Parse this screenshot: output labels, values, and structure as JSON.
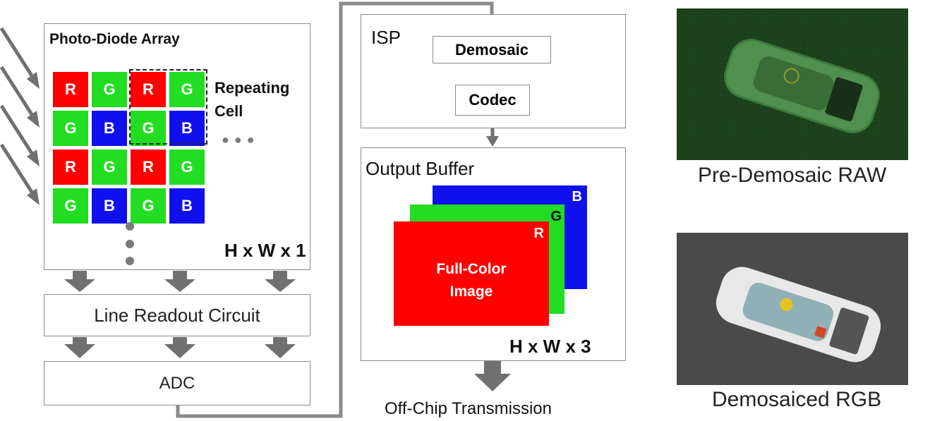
{
  "sensor": {
    "array_title": "Photo-Diode Array",
    "bayer_rows": [
      [
        "R",
        "G",
        "R",
        "G"
      ],
      [
        "G",
        "B",
        "G",
        "B"
      ],
      [
        "R",
        "G",
        "R",
        "G"
      ],
      [
        "G",
        "B",
        "G",
        "B"
      ]
    ],
    "repeating_cell_label": "Repeating\nCell",
    "ellipsis": "● ● ●",
    "array_dims": "H x W x 1",
    "readout_label": "Line Readout Circuit",
    "adc_label": "ADC"
  },
  "isp": {
    "title": "ISP",
    "demosaic_label": "Demosaic",
    "codec_label": "Codec"
  },
  "output_buffer": {
    "title": "Output Buffer",
    "channel_b": "B",
    "channel_g": "G",
    "channel_r": "R",
    "image_label": "Full-Color\nImage",
    "dims": "H x W x 3"
  },
  "transmission_label": "Off-Chip Transmission",
  "photos": {
    "raw_caption": "Pre-Demosaic RAW",
    "rgb_caption": "Demosaiced RGB"
  },
  "colors": {
    "red": "#ff0000",
    "green": "#22dd22",
    "blue": "#1010ee",
    "arrow_gray": "#707070",
    "border_gray": "#8a8a8a"
  }
}
